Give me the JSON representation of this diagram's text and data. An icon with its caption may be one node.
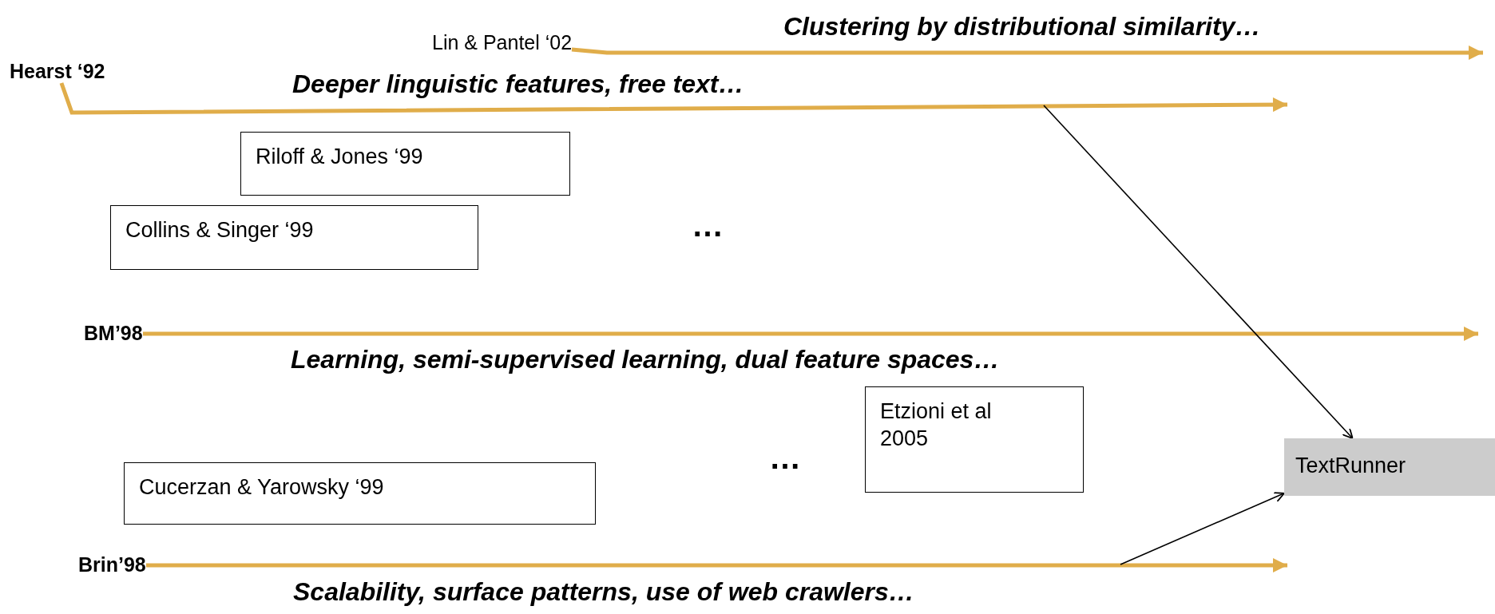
{
  "diagram": {
    "nodes": [
      {
        "text": [
          "Lin & Pantel ‘02"
        ]
      },
      {
        "text": [
          "Hearst ‘92"
        ]
      },
      {
        "text": [
          "Riloff & Jones ‘99"
        ]
      },
      {
        "text": [
          "Collins & Singer ‘99"
        ]
      },
      {
        "text": [
          "BM’98"
        ]
      },
      {
        "text": [
          "Etzioni et al 2005"
        ]
      },
      {
        "text": [
          "TextRunner"
        ]
      },
      {
        "text": [
          "Cucerzan & Yarowsky ‘99"
        ]
      },
      {
        "text": [
          "Brin’98"
        ]
      }
    ],
    "edges": [
      {
        "from": 0,
        "to": null,
        "arrow": "to"
      },
      {
        "from": 1,
        "to": null,
        "arrow": "to"
      },
      {
        "from": 4,
        "to": null,
        "arrow": "to"
      },
      {
        "from": 8,
        "to": null,
        "arrow": "to"
      },
      {
        "from": null,
        "to": 6,
        "arrow": "to",
        "color": "#000000"
      },
      {
        "from": null,
        "to": 6,
        "arrow": "to",
        "color": "#000000"
      }
    ],
    "labels": [
      "Clustering by distributional similarity…",
      "Deeper linguistic features, free text…",
      "…",
      "Learning, semi-supervised learning, dual feature spaces…",
      "…",
      "Scalability, surface patterns, use of web crawlers…"
    ]
  }
}
